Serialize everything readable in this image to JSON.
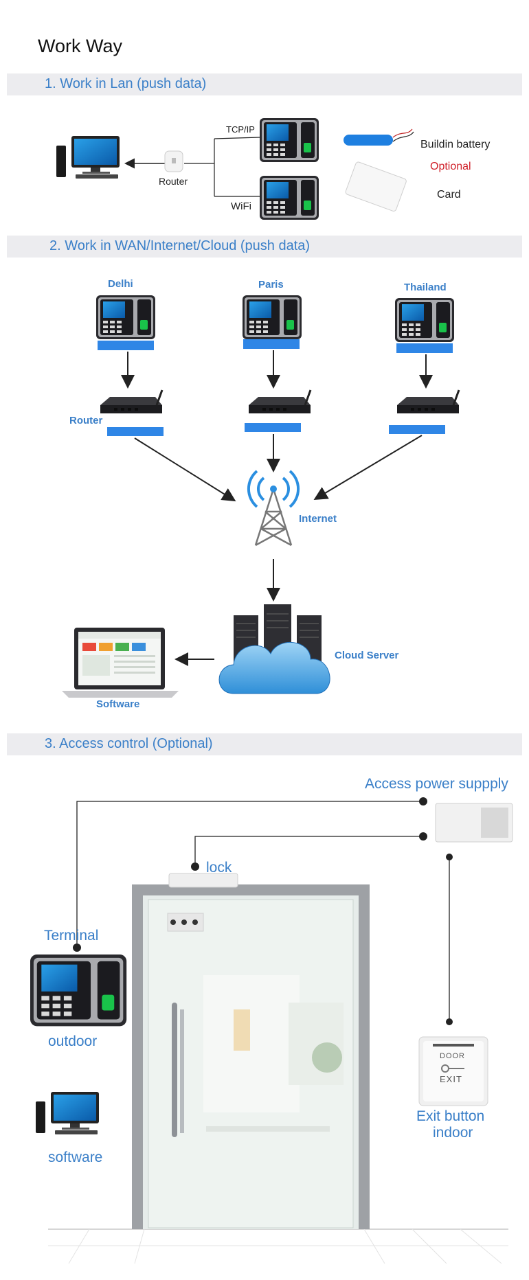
{
  "title": "Work Way",
  "sections": {
    "s1": "1. Work in Lan (push data)",
    "s2": "2. Work in WAN/Internet/Cloud (push data)",
    "s3": "3. Access control (Optional)"
  },
  "lan": {
    "router": "Router",
    "tcpip": "TCP/IP",
    "wifi": "WiFi",
    "battery": "Buildin battery",
    "optional": "Optional",
    "card": "Card"
  },
  "wan": {
    "delhi": "Delhi",
    "paris": "Paris",
    "thailand": "Thailand",
    "router": "Router",
    "internet": "Internet",
    "cloud": "Cloud Server",
    "software": "Software"
  },
  "access": {
    "power": "Access power suppply",
    "lock": "lock",
    "terminal": "Terminal",
    "outdoor": "outdoor",
    "software": "software",
    "exit_button": "Exit button",
    "indoor": "indoor",
    "exit_door": "DOOR",
    "exit_exit": "EXIT"
  },
  "colors": {
    "accent": "#3a7fc8",
    "bar": "#ececef",
    "optional": "#d0202a",
    "label_bar": "#2f86e6"
  }
}
